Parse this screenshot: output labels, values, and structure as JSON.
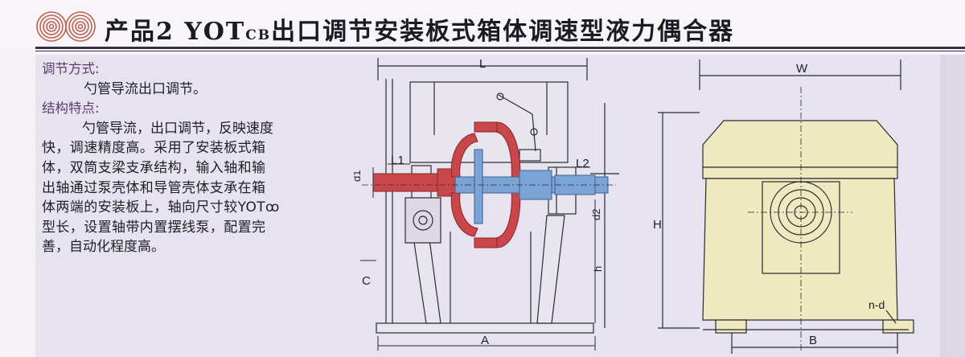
{
  "header": {
    "title_main": "产品2  YOT",
    "title_sub": "CB",
    "title_rest": "出口调节安装板式箱体调速型液力偶合器"
  },
  "left_column": {
    "section1_heading": "调节方式:",
    "section1_text": "勺管导流出口调节。",
    "section2_heading": "结构特点:",
    "section2_lines": [
      "勺管导流，出口调节，反映速度",
      "快，调速精度高。采用了安装板式箱",
      "体，双筒支梁支承结构，输入轴和输",
      "出轴通过泵壳体和导管壳体支承在箱",
      "体两端的安装板上，轴向尺寸较YOTꝏ",
      "型长，设置轴带内置摆线泵，配置完",
      "善，自动化程度高。"
    ]
  },
  "drawing_labels": {
    "L": "L",
    "L1": "L1",
    "L2": "L2",
    "d1": "d1",
    "d2": "d2",
    "h": "h",
    "C": "C",
    "A": "A",
    "W": "W",
    "H": "H",
    "B": "B",
    "n_d": "n-d"
  },
  "colors": {
    "accent_red": "#c9474a",
    "accent_blue": "#7aa4d6",
    "casing_fill": "#efe9bf",
    "line": "#2a2a30",
    "heading_purple": "#5b3a6e",
    "logo_red": "#c06050"
  }
}
